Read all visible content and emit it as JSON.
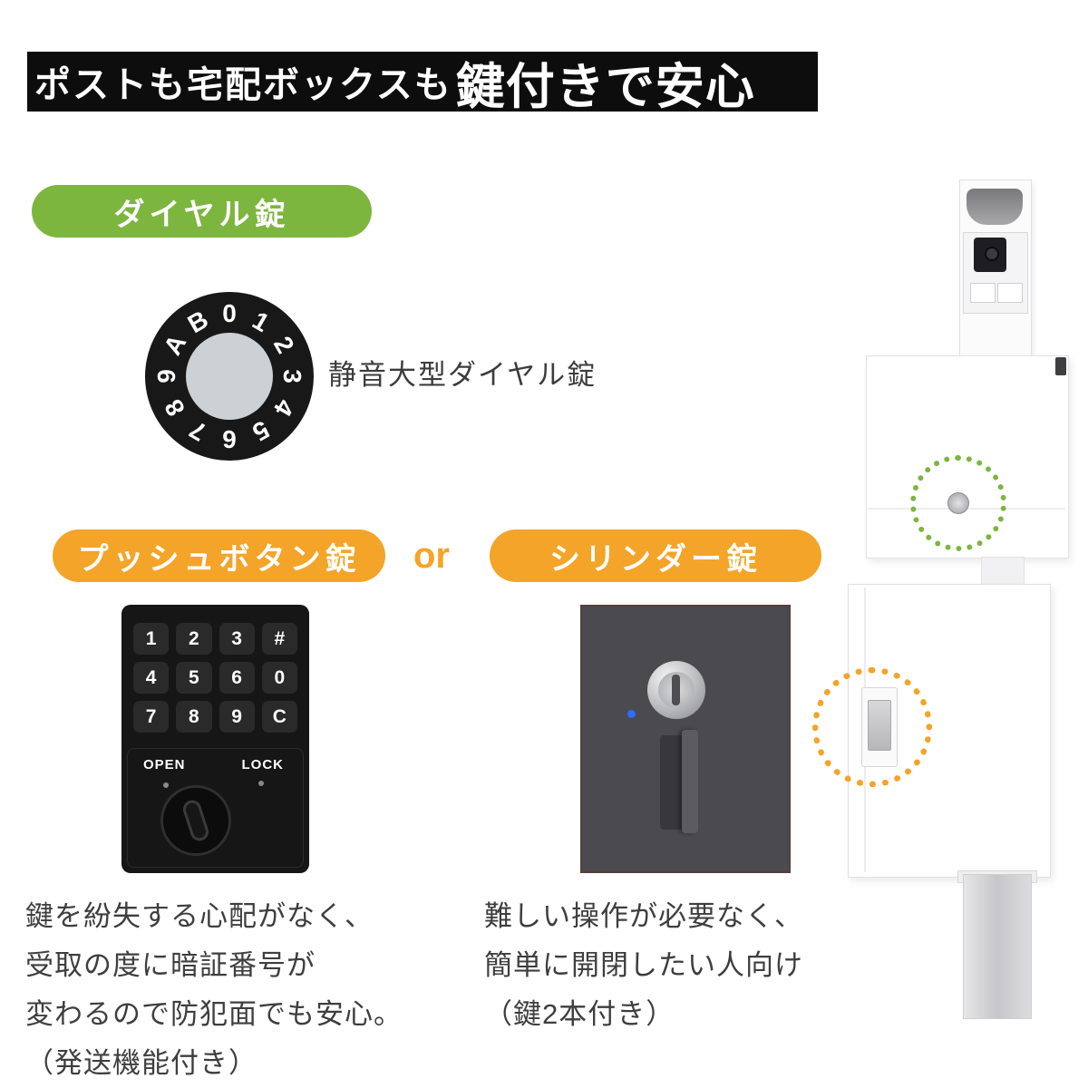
{
  "banner": {
    "text_normal": "ポストも宅配ボックスも",
    "text_emphasis": "鍵付きで安心"
  },
  "labels": {
    "dial_lock": "ダイヤル錠",
    "push_lock": "プッシュボタン錠",
    "or": "or",
    "cylinder_lock": "シリンダー錠"
  },
  "dial": {
    "caption": "静音大型ダイヤル錠",
    "chars": [
      "0",
      "1",
      "2",
      "3",
      "4",
      "5",
      "6",
      "7",
      "8",
      "9",
      "A",
      "B"
    ]
  },
  "keypad": {
    "keys": [
      "1",
      "2",
      "3",
      "#",
      "4",
      "5",
      "6",
      "0",
      "7",
      "8",
      "9",
      "C"
    ],
    "open_label": "OPEN",
    "lock_label": "LOCK"
  },
  "descriptions": {
    "push": [
      "鍵を紛失する心配がなく、",
      "受取の度に暗証番号が",
      "変わるので防犯面でも安心。",
      "（発送機能付き）"
    ],
    "cylinder": [
      "難しい操作が必要なく、",
      "簡単に開閉したい人向け",
      "（鍵2本付き）"
    ]
  },
  "colors": {
    "green": "#7db63f",
    "orange": "#f4a428",
    "banner_bg": "#0d0d0d",
    "text": "#3e3e3e"
  }
}
